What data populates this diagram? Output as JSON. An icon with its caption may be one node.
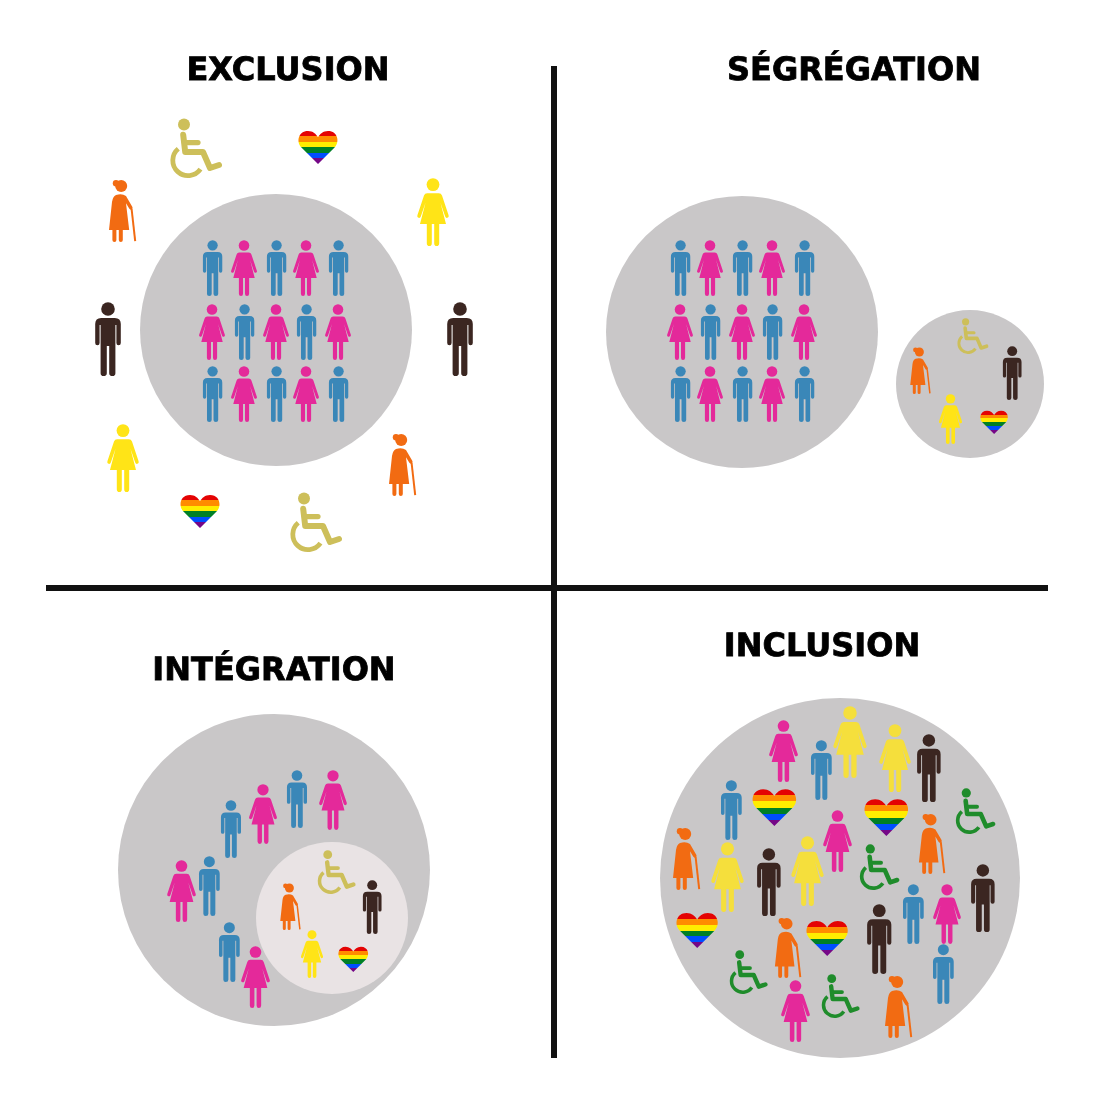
{
  "diagram": {
    "labels": [
      "EXCLUSION",
      "SÉGRÉGATION",
      "INTÉGRATION",
      "INCLUSION"
    ]
  }
}
